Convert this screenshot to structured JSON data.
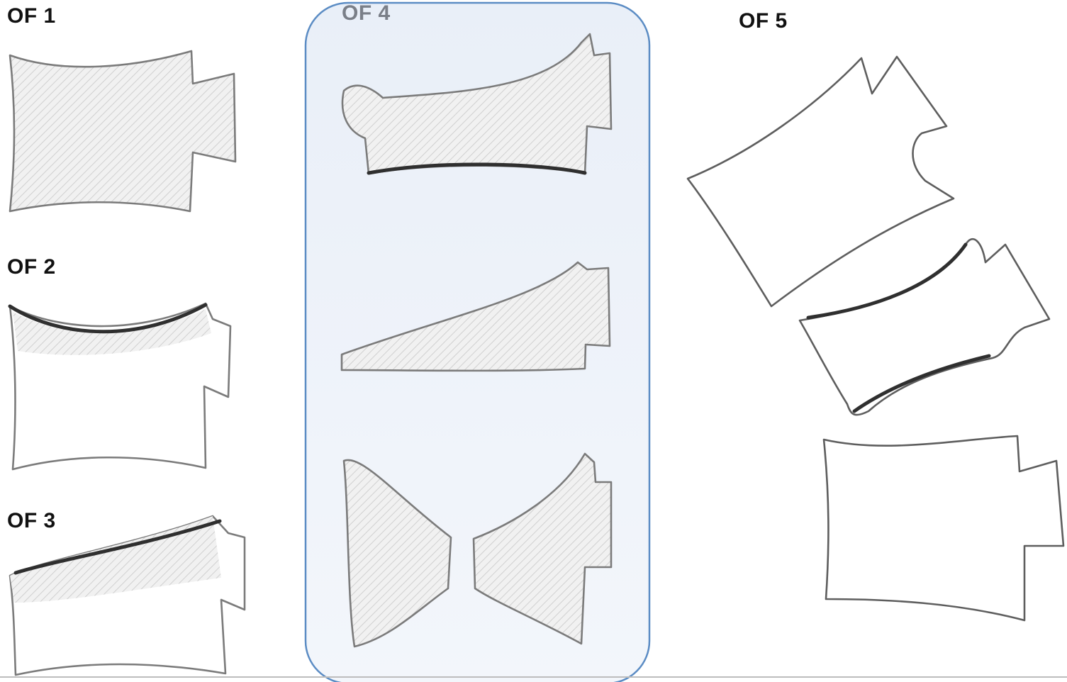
{
  "labels": {
    "of1": "OF 1",
    "of2": "OF 2",
    "of3": "OF 3",
    "of4": "OF 4",
    "of5": "OF 5"
  },
  "colors": {
    "highlight_fill": "#eef3fa",
    "highlight_border": "#5b8cc4",
    "outline": "#7b7b7b",
    "fracture_line": "#2f2f2f",
    "hatch": "#c8c8c8"
  }
}
